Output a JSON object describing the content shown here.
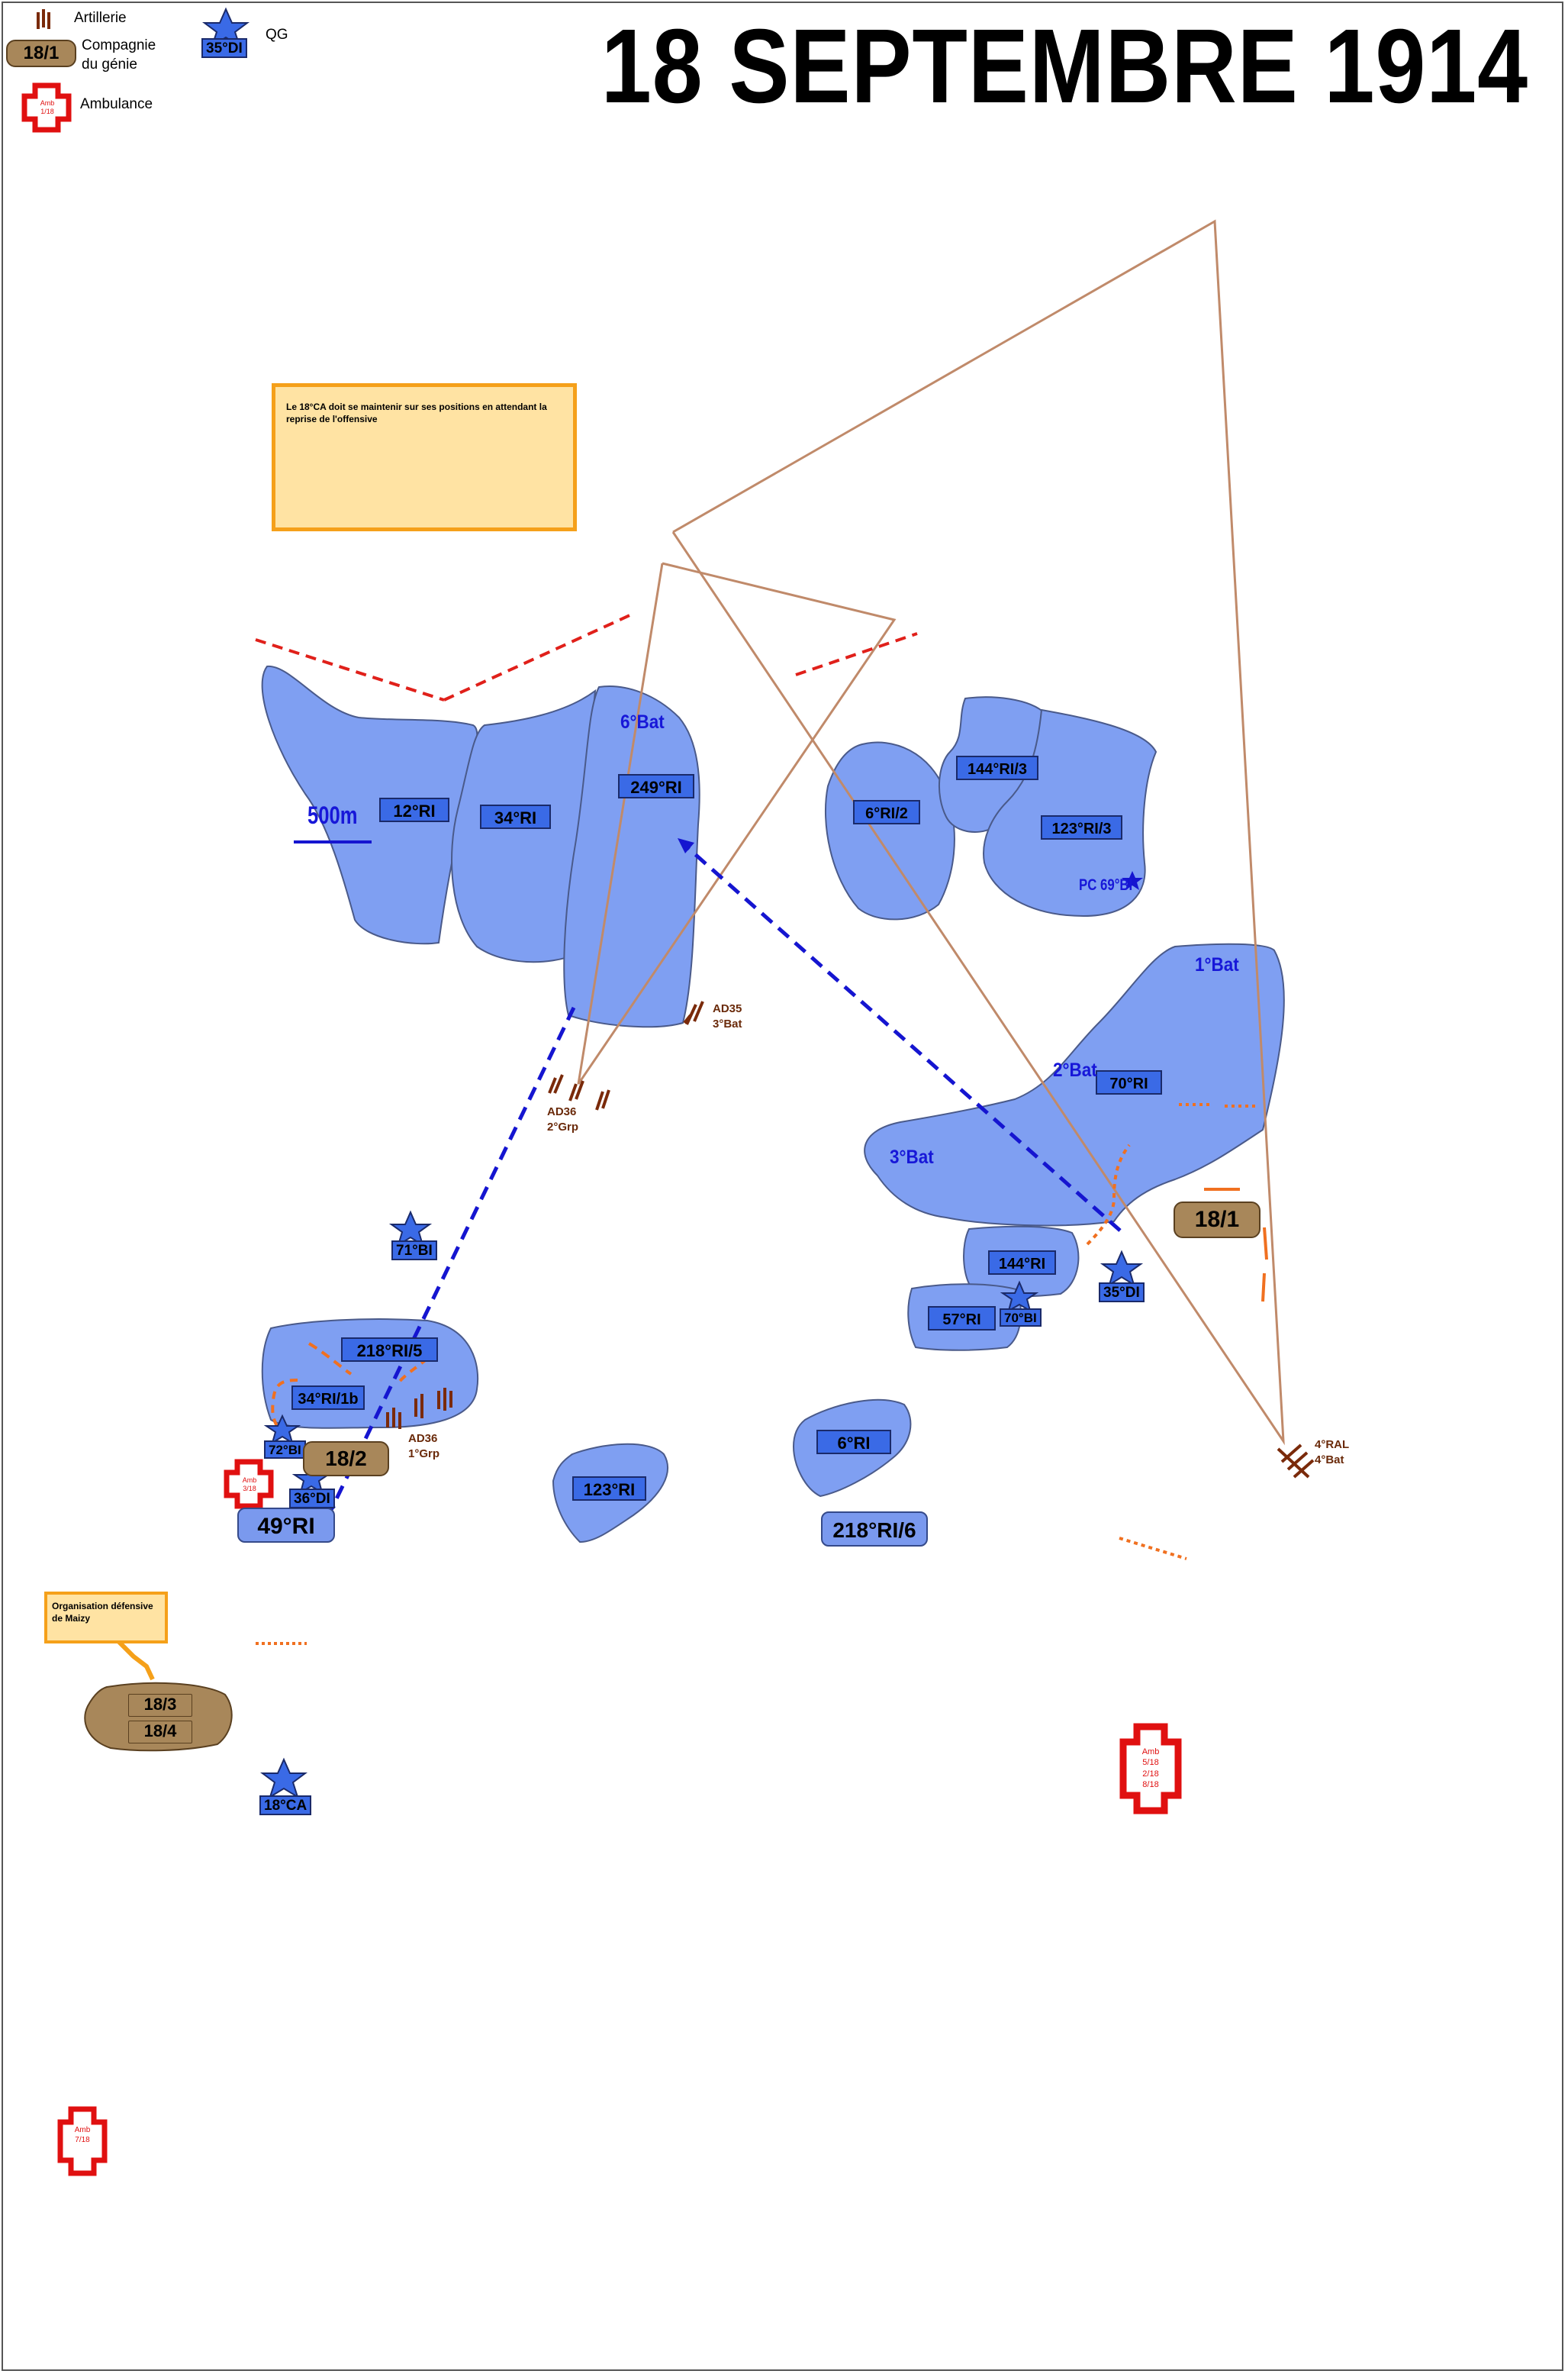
{
  "title": "18 SEPTEMBRE 1914",
  "legend": {
    "artillery": "Artillerie",
    "genie_sample": "18/1",
    "genie": "Compagnie du génie",
    "ambulance": "Ambulance",
    "ambulance_sample": "Amb\n1/18",
    "qg_sample": "35°DI",
    "qg": "QG"
  },
  "notes": {
    "main": "Le 18°CA doit se maintenir sur ses positions en attendant la reprise de l'offensive",
    "maizy": "Organisation défensive de Maizy"
  },
  "scale": "500m",
  "units": {
    "ri12": "12°RI",
    "ri34": "34°RI",
    "ri249": "249°RI",
    "ri6_2": "6°RI/2",
    "ri144_3": "144°RI/3",
    "ri123_3": "123°RI/3",
    "ri70": "70°RI",
    "ri144": "144°RI",
    "ri57": "57°RI",
    "ri218_5": "218°RI/5",
    "ri34_1b": "34°RI/1b",
    "ri123": "123°RI",
    "ri6": "6°RI",
    "ri49": "49°RI",
    "ri218_6": "218°RI/6"
  },
  "battalions": {
    "b6": "6°Bat",
    "b1": "1°Bat",
    "b2": "2°Bat",
    "b3": "3°Bat"
  },
  "pc": "PC 69°BI",
  "qg": {
    "bi71": "71°BI",
    "di35": "35°DI",
    "bi70": "70°BI",
    "bi72": "72°BI",
    "di36": "36°DI",
    "ca18": "18°CA"
  },
  "artillery": {
    "ad35": "AD35\n3°Bat",
    "ad36_2": "AD36\n2°Grp",
    "ad36_1": "AD36\n1°Grp",
    "ral4": "4°RAL\n4°Bat"
  },
  "genie": {
    "g18_1": "18/1",
    "g18_2": "18/2",
    "g18_3": "18/3",
    "g18_4": "18/4"
  },
  "ambulances": {
    "amb3": "Amb\n3/18",
    "amb5": "Amb\n5/18\n2/18\n8/18",
    "amb7": "Amb\n7/18"
  },
  "colors": {
    "area_fill": "#7f9ff2",
    "unit_fill": "#3a6ae6",
    "front_red": "#e0201a",
    "orange_dash": "#f07020",
    "blue_arrow": "#1515d0",
    "triangle": "#c08a6a"
  }
}
